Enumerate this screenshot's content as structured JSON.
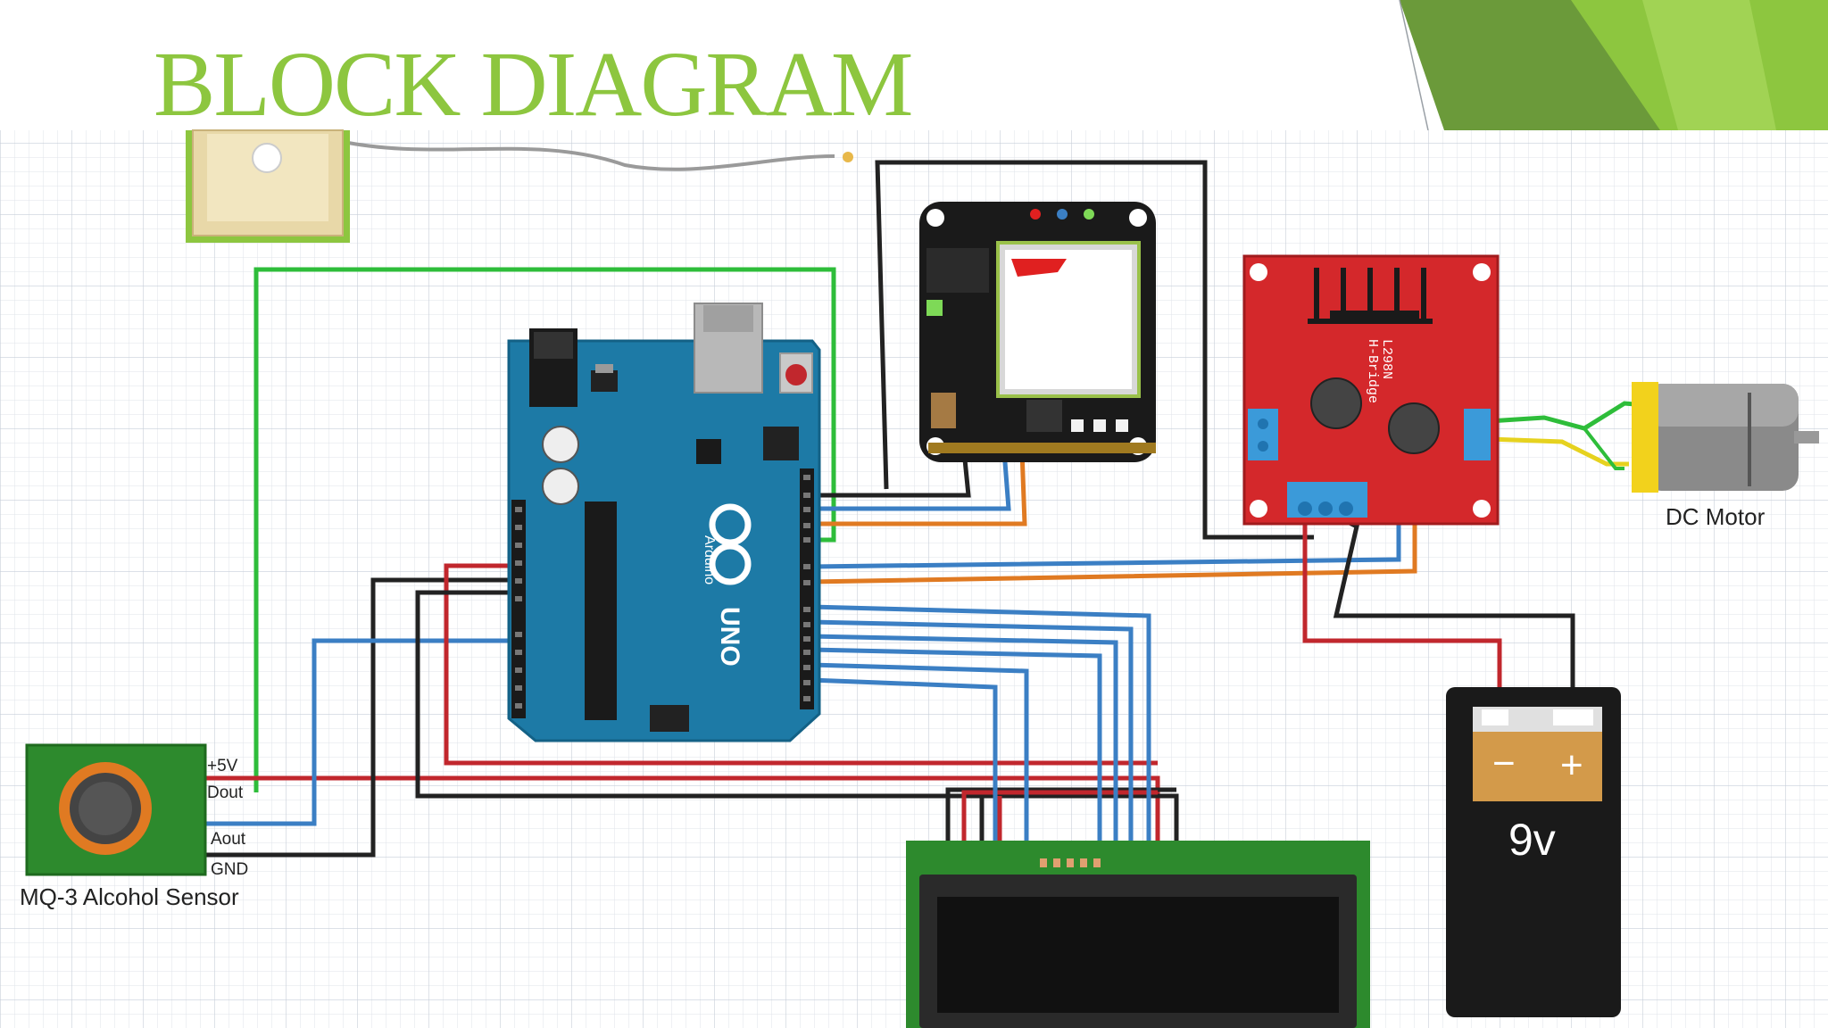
{
  "slide": {
    "title": "BLOCK DIAGRAM",
    "title_color": "#8dc63f",
    "accent_colors": [
      "#6b9a3a",
      "#8dc63f",
      "#a6d65a"
    ]
  },
  "diagram": {
    "grid_color": "#d6dbe3",
    "wire_colors": {
      "red": "#c1272d",
      "black": "#222222",
      "blue": "#3b7fc4",
      "orange": "#e07a22",
      "green": "#2ebd3a",
      "yellow": "#e6d21f"
    },
    "components": {
      "gps": {
        "label": ""
      },
      "arduino": {
        "brand": "Arduino",
        "model": "UNO"
      },
      "gsm": {
        "label": ""
      },
      "hbridge": {
        "label_line1": "L298N",
        "label_line2": "H-Bridge"
      },
      "motor": {
        "label": "DC Motor"
      },
      "sensor": {
        "label": "MQ-3 Alcohol Sensor",
        "pins": [
          "+5V",
          "Dout",
          "Aout",
          "GND"
        ]
      },
      "battery": {
        "minus": "−",
        "plus": "+",
        "voltage": "9v"
      },
      "lcd": {
        "label": ""
      }
    }
  }
}
